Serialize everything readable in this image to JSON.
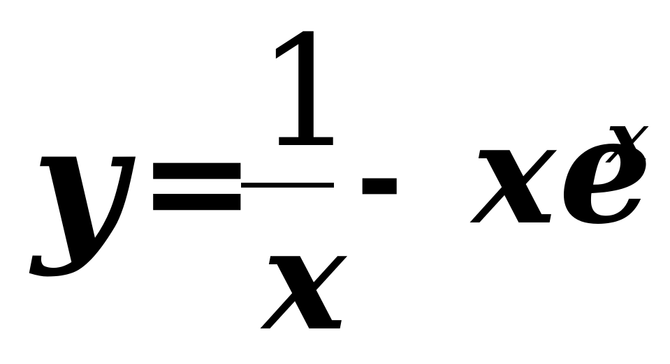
{
  "formula": {
    "lhs_variable": "y",
    "equals_sign": "=",
    "numerator": "1",
    "denominator": "x",
    "minus_sign": "-",
    "term_variable": "x",
    "base": "e",
    "exponent": "x"
  },
  "colors": {
    "text": "#000000",
    "background": "#ffffff"
  }
}
